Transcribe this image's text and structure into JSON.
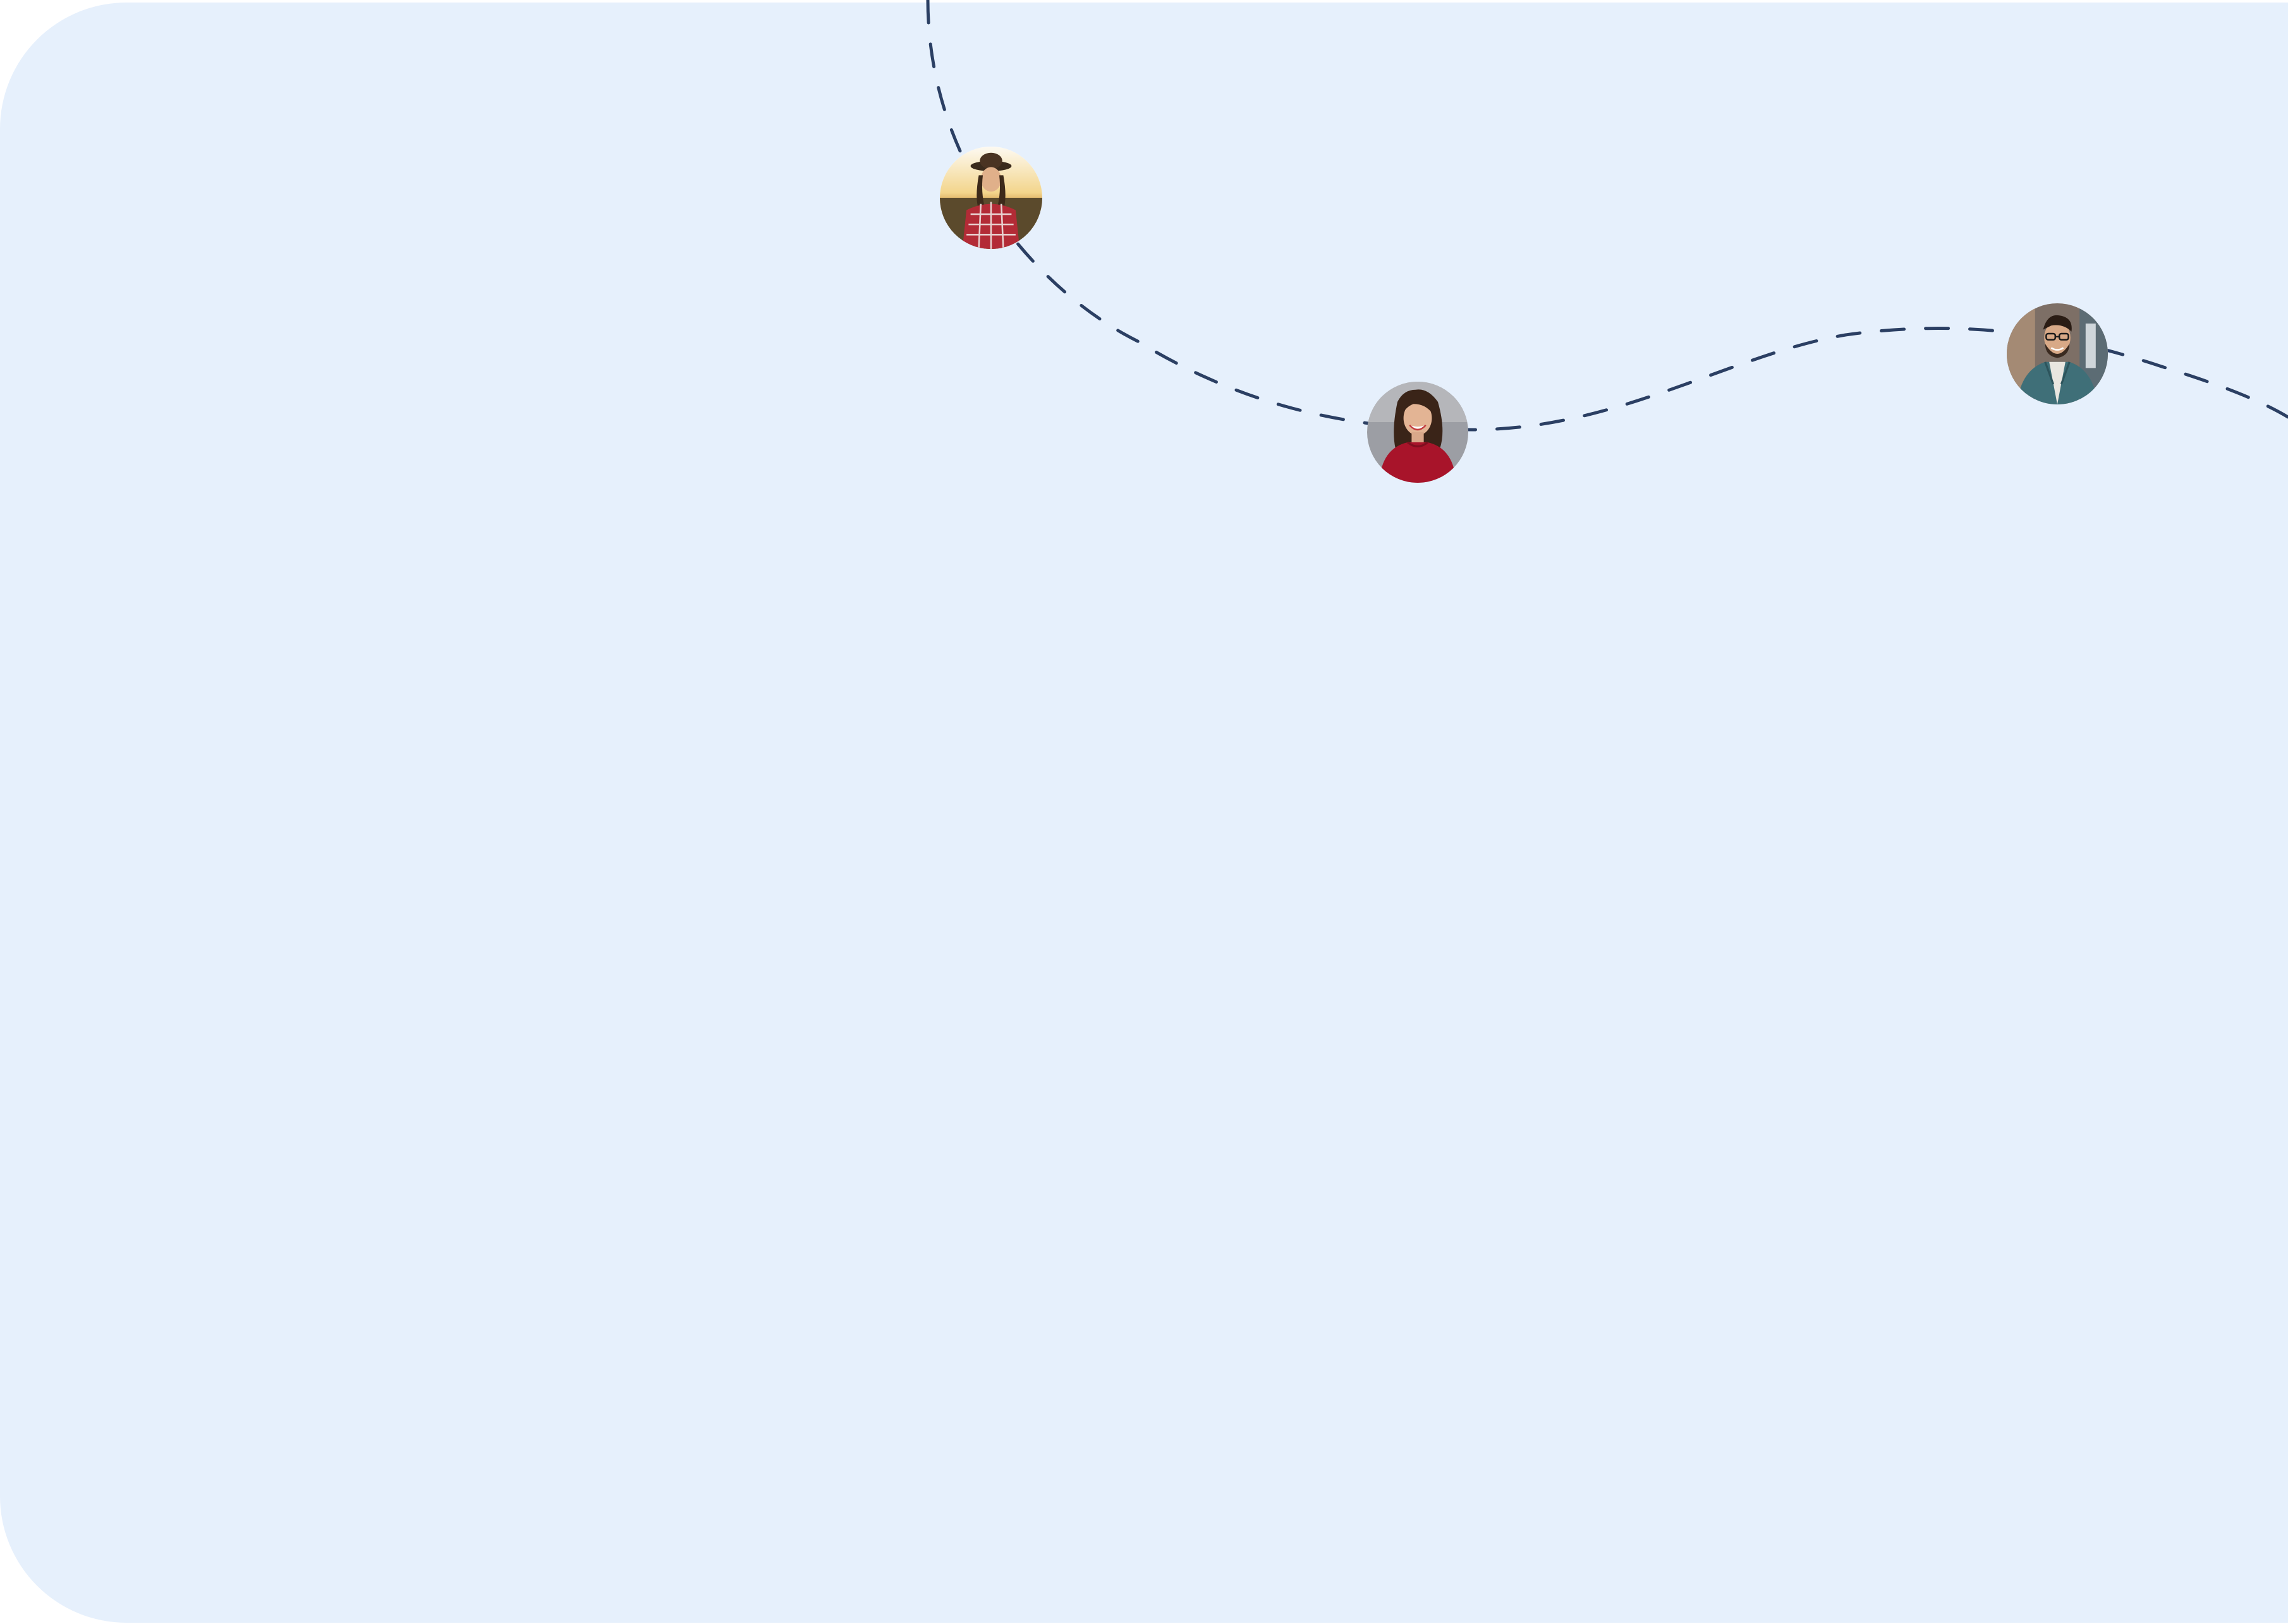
{
  "background_color": "#e6f0fc",
  "path_color": "#2b3f63",
  "avatars": [
    {
      "name": "avatar-woman-hat",
      "icon": "person-photo"
    },
    {
      "name": "avatar-woman-red-top",
      "icon": "person-photo"
    },
    {
      "name": "avatar-man-glasses",
      "icon": "person-photo"
    }
  ]
}
